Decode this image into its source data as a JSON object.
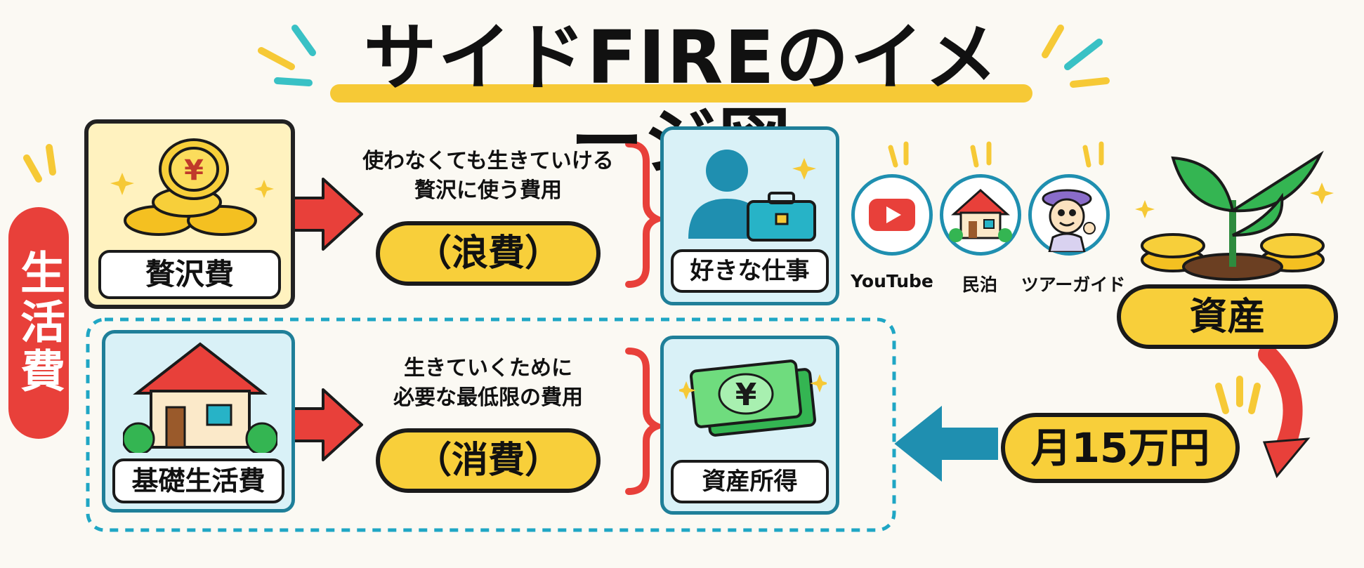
{
  "title": "サイドFIREのイメージ図",
  "side_label": "生活費",
  "luxury": {
    "label": "贅沢費",
    "caption_line1": "使わなくても生きていける",
    "caption_line2": "贅沢に使う費用",
    "pill": "（浪費）"
  },
  "basic": {
    "label": "基礎生活費",
    "caption_line1": "生きていくために",
    "caption_line2": "必要な最低限の費用",
    "pill": "（消費）"
  },
  "job": {
    "label": "好きな仕事",
    "examples": [
      "YouTube",
      "民泊",
      "ツアーガイド"
    ]
  },
  "asset_income": {
    "label": "資産所得",
    "currency_symbol": "¥"
  },
  "assets": {
    "label": "資産"
  },
  "monthly_income": {
    "label": "月15万円"
  },
  "coin_symbol": "¥",
  "colors": {
    "yellow": "#f8cf3a",
    "teal": "#1f8fb0",
    "red": "#e8403a",
    "green": "#34b552",
    "light_yellow": "#fff2bf",
    "light_blue": "#d9f1f7"
  }
}
